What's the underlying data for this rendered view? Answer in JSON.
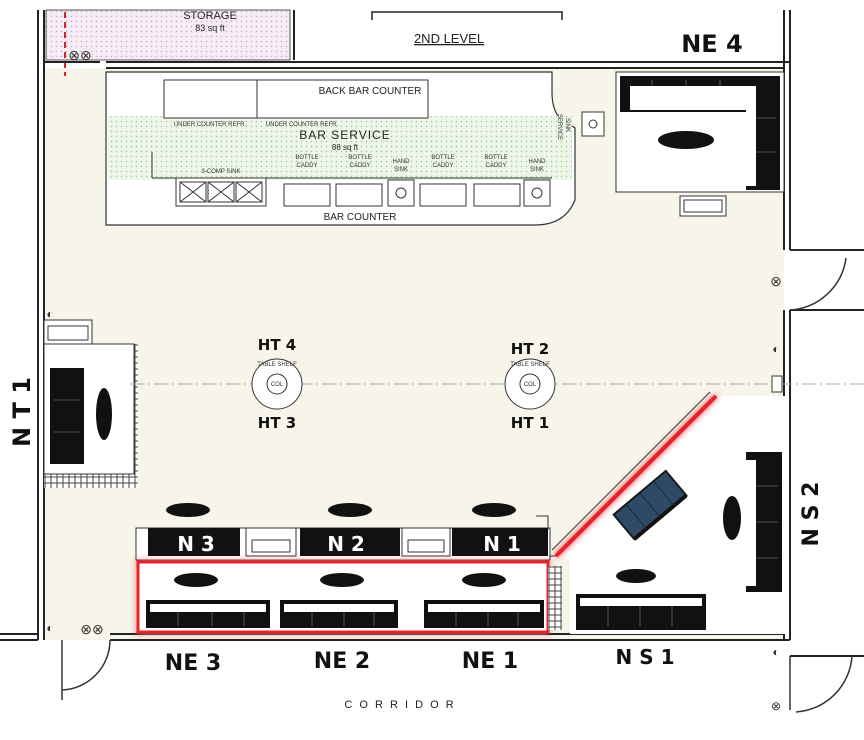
{
  "labels": {
    "storage": "STORAGE",
    "storage_area": "83 sq ft",
    "second_level": "2ND LEVEL",
    "back_bar_counter": "BACK BAR  COUNTER",
    "under_counter_1": "UNDER COUNTER REFR.",
    "under_counter_2": "UNDER COUNTER REFR.",
    "bar_service": "BAR SERVICE",
    "bar_service_area": "88 sq ft",
    "service_sink_1": "SERVICE",
    "service_sink_2": "SINK",
    "three_comp_sink": "3-COMP SINK",
    "bottle_caddy_top": "BOTTLE",
    "bottle_caddy_bottom": "CADDY",
    "hand_sink_top": "HAND",
    "hand_sink_bottom": "SINK",
    "bar_counter": "BAR  COUNTER",
    "corridor": "C O R R I D O R",
    "table_shelf": "TABLE SHELF",
    "col": "COL"
  },
  "zones": {
    "ne4": "NE 4",
    "nt1": "N T 1",
    "ht4": "HT 4",
    "ht3": "HT 3",
    "ht2": "HT 2",
    "ht1": "HT 1",
    "n3": "N 3",
    "n2": "N 2",
    "n1": "N 1",
    "ne3": "NE 3",
    "ne2": "NE 2",
    "ne1": "NE 1",
    "ns1": "N S 1",
    "ns2": "N S 2"
  },
  "colors": {
    "highlight_red": "#e8202a",
    "floor_tint": "#f7f4ea",
    "storage_tint": "#f3e7f3",
    "bar_tint": "#e6f1e1",
    "seat_black": "#111111",
    "seat_blue": "#2f4a66"
  }
}
